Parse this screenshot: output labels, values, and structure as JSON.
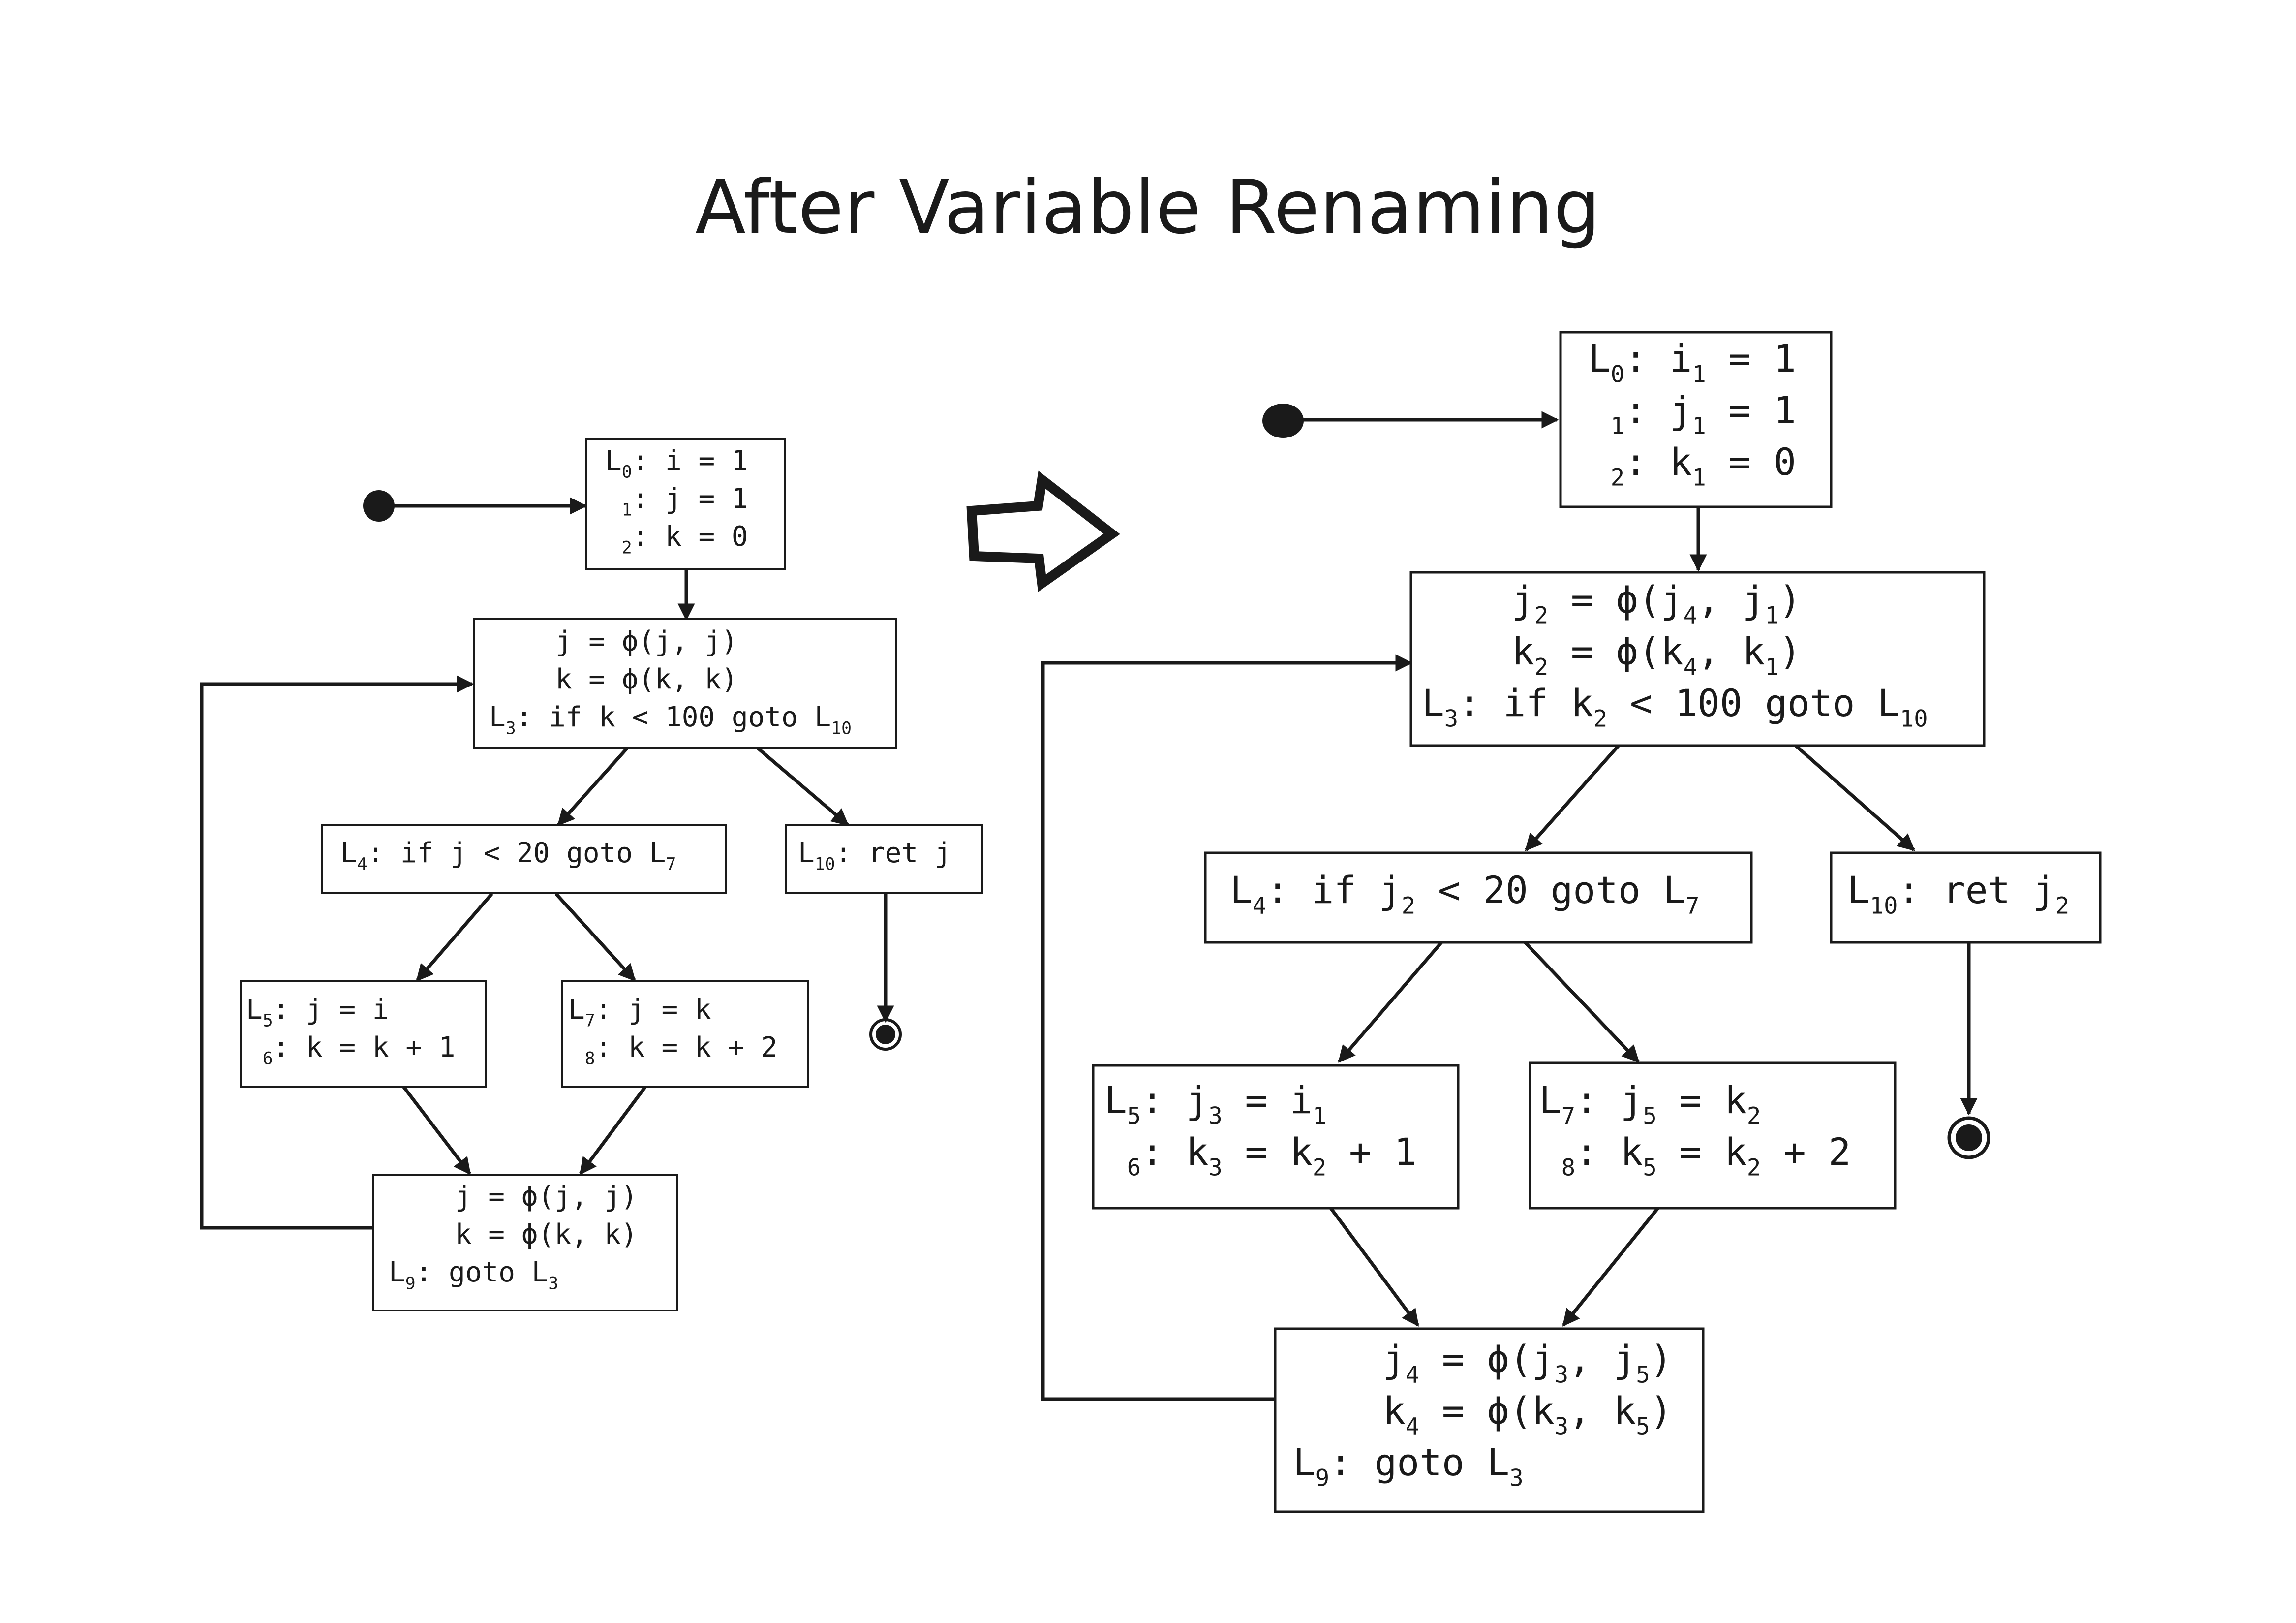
{
  "title": "After Variable Renaming",
  "colors": {
    "ink": "#1a1a1a",
    "background": "#ffffff"
  },
  "icons": {
    "transform_arrow": "hollow-right-arrow",
    "entry": "filled-circle",
    "exit": "bullseye-circle"
  },
  "before": {
    "b0": [
      [
        [
          "L",
          "0",
          ": i = 1"
        ]
      ],
      [
        [
          " ",
          "1",
          ": j = 1"
        ]
      ],
      [
        [
          " ",
          "2",
          ": k = 0"
        ]
      ]
    ],
    "b1": [
      [
        [
          "    j = ϕ(j, j)",
          ""
        ]
      ],
      [
        [
          "    k = ϕ(k, k)",
          ""
        ]
      ],
      [
        [
          "L",
          "3",
          ": if k < 100 goto L",
          "10"
        ]
      ]
    ],
    "b4": [
      [
        [
          "L",
          "4",
          ": if j < 20 goto L",
          "7"
        ]
      ]
    ],
    "b10": [
      [
        [
          "L",
          "10",
          ": ret j"
        ]
      ]
    ],
    "b5": [
      [
        [
          "L",
          "5",
          ": j = i"
        ]
      ],
      [
        [
          " ",
          "6",
          ": k = k + 1"
        ]
      ]
    ],
    "b7": [
      [
        [
          "L",
          "7",
          ": j = k"
        ]
      ],
      [
        [
          " ",
          "8",
          ": k = k + 2"
        ]
      ]
    ],
    "b9": [
      [
        [
          "    j = ϕ(j, j)",
          ""
        ]
      ],
      [
        [
          "    k = ϕ(k, k)",
          ""
        ]
      ],
      [
        [
          "L",
          "9",
          ": goto L",
          "3"
        ]
      ]
    ]
  },
  "after": {
    "b0": [
      [
        [
          "L",
          "0",
          ": i",
          "1",
          " = 1"
        ]
      ],
      [
        [
          " ",
          "1",
          ": j",
          "1",
          " = 1"
        ]
      ],
      [
        [
          " ",
          "2",
          ": k",
          "1",
          " = 0"
        ]
      ]
    ],
    "b1": [
      [
        [
          "    j",
          "2",
          " = ϕ(j",
          "4",
          ", j",
          "1",
          ")"
        ]
      ],
      [
        [
          "    k",
          "2",
          " = ϕ(k",
          "4",
          ", k",
          "1",
          ")"
        ]
      ],
      [
        [
          "L",
          "3",
          ": if k",
          "2",
          " < 100 goto L",
          "10"
        ]
      ]
    ],
    "b4": [
      [
        [
          "L",
          "4",
          ": if j",
          "2",
          " < 20 goto L",
          "7"
        ]
      ]
    ],
    "b10": [
      [
        [
          "L",
          "10",
          ": ret j",
          "2"
        ]
      ]
    ],
    "b5": [
      [
        [
          "L",
          "5",
          ": j",
          "3",
          " = i",
          "1"
        ]
      ],
      [
        [
          " ",
          "6",
          ": k",
          "3",
          " = k",
          "2",
          " + 1"
        ]
      ]
    ],
    "b7": [
      [
        [
          "L",
          "7",
          ": j",
          "5",
          " = k",
          "2"
        ]
      ],
      [
        [
          " ",
          "8",
          ": k",
          "5",
          " = k",
          "2",
          " + 2"
        ]
      ]
    ],
    "b9": [
      [
        [
          "    j",
          "4",
          " = ϕ(j",
          "3",
          ", j",
          "5",
          ")"
        ]
      ],
      [
        [
          "    k",
          "4",
          " = ϕ(k",
          "3",
          ", k",
          "5",
          ")"
        ]
      ],
      [
        [
          "L",
          "9",
          ": goto L",
          "3"
        ]
      ]
    ]
  }
}
